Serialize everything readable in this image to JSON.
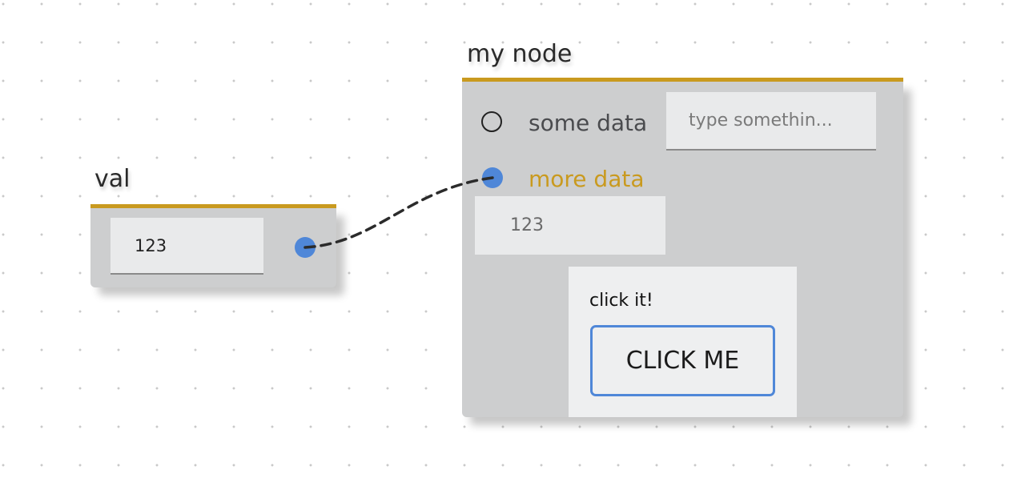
{
  "nodes": {
    "val": {
      "title": "val",
      "input_value": "123"
    },
    "my_node": {
      "title": "my node",
      "rows": {
        "some_data": {
          "label": "some data",
          "placeholder": "type somethin..."
        },
        "more_data": {
          "label": "more data",
          "value": "123"
        }
      },
      "button_panel": {
        "label": "click it!",
        "button_label": "CLICK ME"
      }
    }
  },
  "connections": [
    {
      "from": "val.output",
      "to": "my_node.more_data",
      "style": "dashed"
    }
  ],
  "colors": {
    "accent": "#c99a1f",
    "port": "#4f87d8",
    "node_body": "#cdcecf",
    "wire": "#2b2b2b"
  },
  "icons": {
    "empty_port": "empty-port-icon",
    "connected_port": "connected-port-icon"
  }
}
